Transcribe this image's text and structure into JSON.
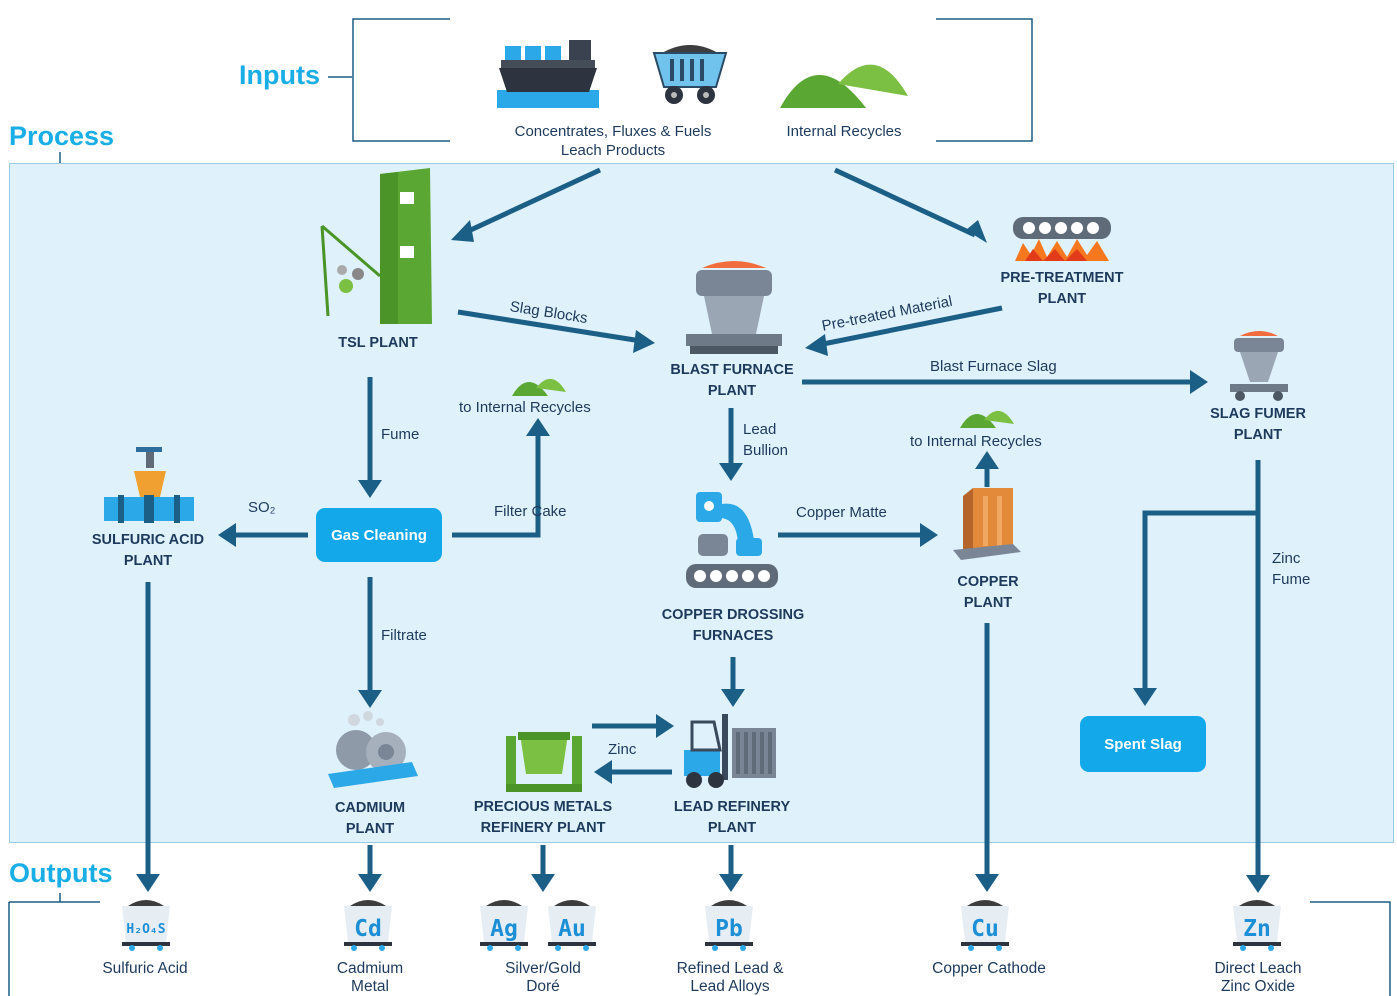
{
  "sections": {
    "inputs": "Inputs",
    "process": "Process",
    "outputs": "Outputs"
  },
  "inputs": {
    "concentrates_line1": "Concentrates, Fluxes & Fuels",
    "concentrates_line2": "Leach Products",
    "internal_recycles": "Internal Recycles"
  },
  "plants": {
    "tsl": "TSL PLANT",
    "blast_l1": "BLAST FURNACE",
    "blast_l2": "PLANT",
    "pretreat_l1": "PRE-TREATMENT",
    "pretreat_l2": "PLANT",
    "slag_l1": "SLAG FUMER",
    "slag_l2": "PLANT",
    "sulfuric_l1": "SULFURIC ACID",
    "sulfuric_l2": "PLANT",
    "dross_l1": "COPPER DROSSING",
    "dross_l2": "FURNACES",
    "copper_l1": "COPPER",
    "copper_l2": "PLANT",
    "cadmium_l1": "CADMIUM",
    "cadmium_l2": "PLANT",
    "precious_l1": "PRECIOUS METALS",
    "precious_l2": "REFINERY PLANT",
    "lead_l1": "LEAD REFINERY",
    "lead_l2": "PLANT"
  },
  "boxes": {
    "gas_cleaning": "Gas Cleaning",
    "spent_slag": "Spent Slag"
  },
  "flows": {
    "slag_blocks": "Slag Blocks",
    "pretreated": "Pre-treated Material",
    "blast_slag": "Blast Furnace Slag",
    "fume": "Fume",
    "so2": "SO₂",
    "filter_cake": "Filter Cake",
    "to_recycles_1": "to Internal Recycles",
    "to_recycles_2": "to Internal Recycles",
    "lead_l1": "Lead",
    "lead_l2": "Bullion",
    "copper_matte": "Copper Matte",
    "filtrate": "Filtrate",
    "zinc": "Zinc",
    "zinc_fume_l1": "Zinc",
    "zinc_fume_l2": "Fume"
  },
  "outputs": [
    {
      "symbol": "H₂O₄S",
      "l1": "Sulfuric Acid",
      "l2": ""
    },
    {
      "symbol": "Cd",
      "l1": "Cadmium",
      "l2": "Metal"
    },
    {
      "symbol": "Ag",
      "l1": "Silver/Gold",
      "l2": "Doré"
    },
    {
      "symbol": "Au",
      "l1": "",
      "l2": ""
    },
    {
      "symbol": "Pb",
      "l1": "Refined Lead &",
      "l2": "Lead Alloys"
    },
    {
      "symbol": "Cu",
      "l1": "Copper Cathode",
      "l2": ""
    },
    {
      "symbol": "Zn",
      "l1": "Direct Leach",
      "l2": "Zinc Oxide"
    }
  ],
  "colors": {
    "arrow": "#1b5e86",
    "accent": "#19aee6",
    "process_bg": "#dff1fb",
    "green": "#5aa833",
    "text": "#1d3a5c"
  },
  "icons": [
    "ship-icon",
    "rail-cart-icon",
    "mound-icon",
    "tsl-tower-icon",
    "furnace-icon",
    "pretreatment-burner-icon",
    "slag-fumer-icon",
    "valve-pipe-icon",
    "dross-furnace-icon",
    "copper-plant-icon",
    "cadmium-rolls-icon",
    "forklift-icon",
    "tilting-pot-icon",
    "ore-cart-icon"
  ]
}
